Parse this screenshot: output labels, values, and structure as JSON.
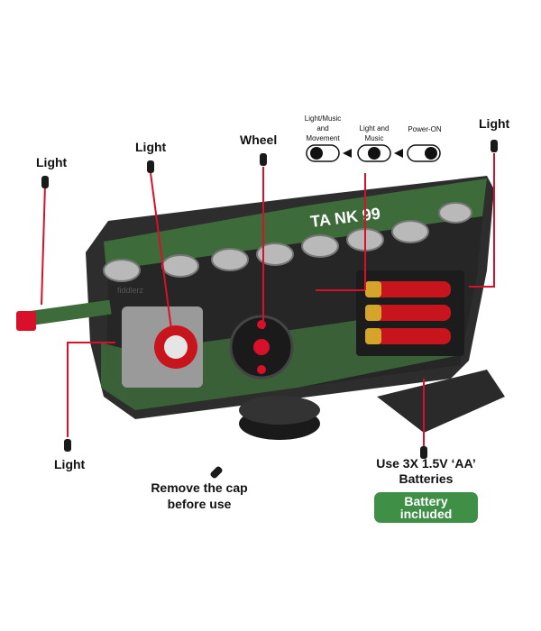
{
  "labels": {
    "light_left": "Light",
    "light_center": "Light",
    "wheel": "Wheel",
    "light_right": "Light",
    "light_bottom": "Light",
    "remove_cap_line1": "Remove the cap",
    "remove_cap_line2": "before use",
    "batteries_line1": "Use 3X 1.5V ‘AA’",
    "batteries_line2": "Batteries",
    "tank_text": "TA NK 99",
    "brand_mark": "fiddlerz"
  },
  "switch_modes": {
    "mode1_line1": "Light/Music",
    "mode1_line2": "and",
    "mode1_line3": "Movement",
    "mode2_line1": "Light and",
    "mode2_line2": "Music",
    "mode3_line1": "Power-ON"
  },
  "badge": {
    "line1": "Battery",
    "line2": "included"
  },
  "colors": {
    "tank_green": "#3d6b3a",
    "pointer_red": "#d8102a",
    "badge_green": "#3f8f47",
    "battery_red": "#c8141c",
    "battery_gold": "#d4a52a"
  }
}
